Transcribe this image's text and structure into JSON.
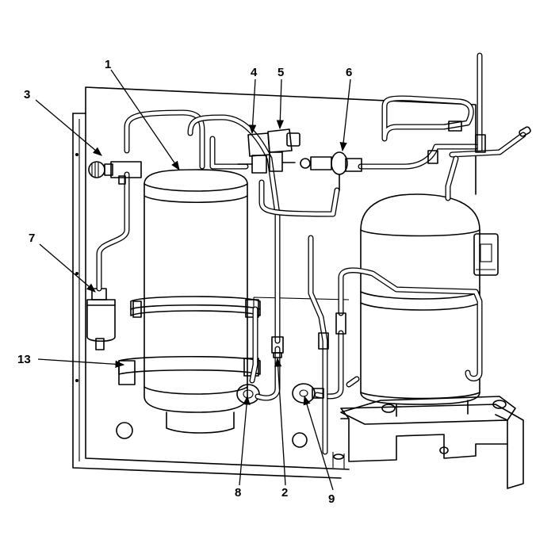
{
  "callouts": [
    {
      "id": "1",
      "label": "1"
    },
    {
      "id": "2",
      "label": "2"
    },
    {
      "id": "3",
      "label": "3"
    },
    {
      "id": "4",
      "label": "4"
    },
    {
      "id": "5",
      "label": "5"
    },
    {
      "id": "6",
      "label": "6"
    },
    {
      "id": "7",
      "label": "7"
    },
    {
      "id": "8",
      "label": "8"
    },
    {
      "id": "9",
      "label": "9"
    },
    {
      "id": "13",
      "label": "13"
    }
  ],
  "colors": {
    "ink": "#000000",
    "background": "#ffffff"
  }
}
